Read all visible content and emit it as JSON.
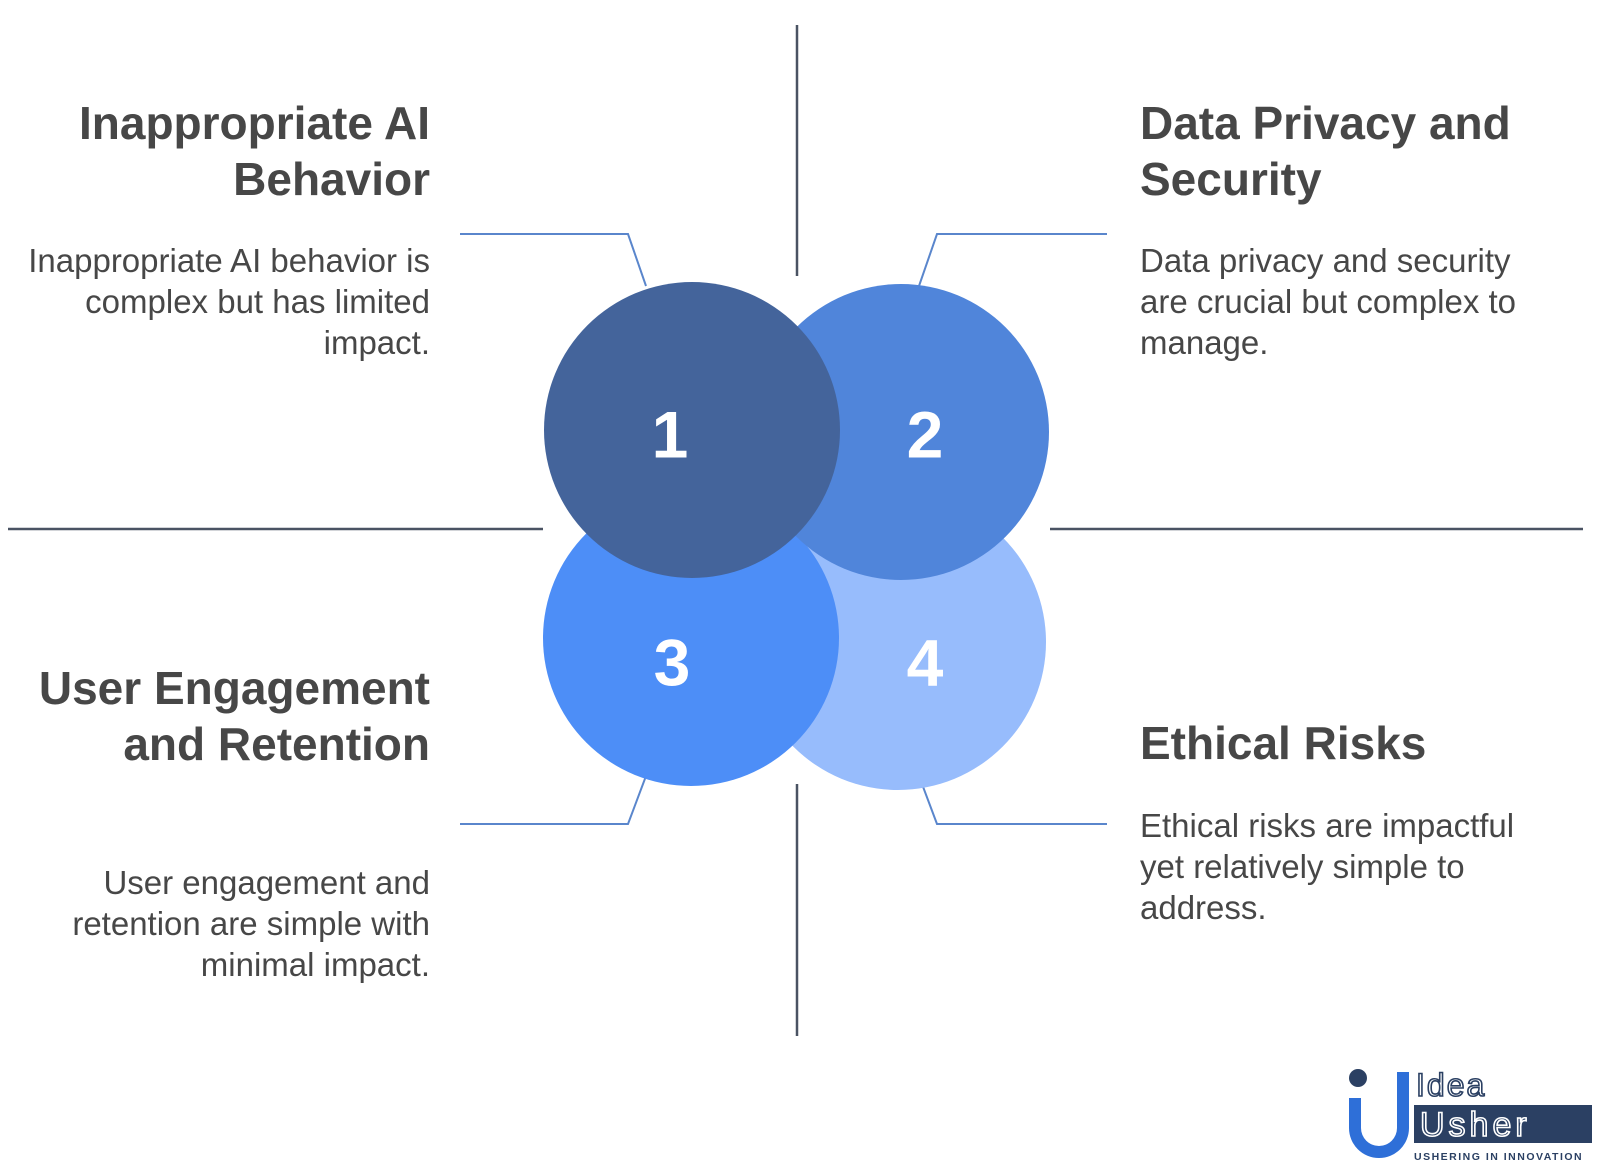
{
  "quadrants": [
    {
      "number": "1",
      "title": "Inappropriate AI Behavior",
      "description": "Inappropriate AI behavior is complex but has limited impact.",
      "color": "#44649B"
    },
    {
      "number": "2",
      "title": "Data Privacy and Security",
      "description": "Data privacy and security are crucial but complex to manage.",
      "color": "#5085DA"
    },
    {
      "number": "3",
      "title": "User Engagement and Retention",
      "description": "User engagement and retention are simple with minimal impact.",
      "color": "#4D8EF7"
    },
    {
      "number": "4",
      "title": "Ethical Risks",
      "description": "Ethical risks are impactful yet relatively simple to address.",
      "color": "#97BCFC"
    }
  ],
  "logo": {
    "word1": "Idea",
    "word2": "Usher",
    "tagline": "USHERING IN INNOVATION",
    "dark_color": "#2B4063",
    "accent_color": "#2E6FD8"
  },
  "colors": {
    "text": "#474747",
    "axis": "#4A5363",
    "connector": "#5A86CC"
  }
}
